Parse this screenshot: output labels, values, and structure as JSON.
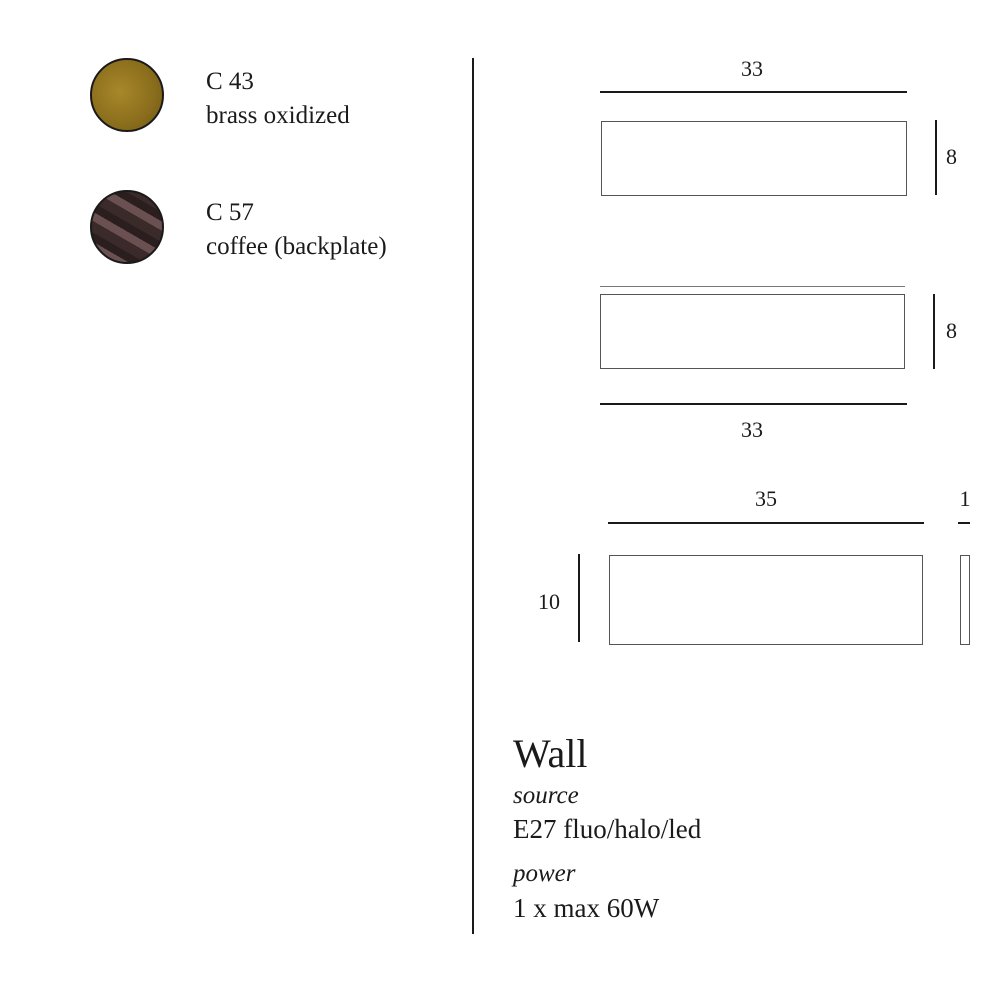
{
  "finishes": [
    {
      "code": "C 43",
      "name": "brass oxidized",
      "color": "#8a6d1c"
    },
    {
      "code": "C 57",
      "name": "coffee (backplate)",
      "color": "#3a2a2a"
    }
  ],
  "drawings": {
    "top_view": {
      "width": "33",
      "height": "8"
    },
    "front_view": {
      "width": "33",
      "height": "8"
    },
    "side_view": {
      "width": "35",
      "height": "10",
      "depth": "1"
    }
  },
  "product": {
    "title": "Wall",
    "source_label": "source",
    "source_value": "E27 fluo/halo/led",
    "power_label": "power",
    "power_value": "1 x max 60W"
  }
}
